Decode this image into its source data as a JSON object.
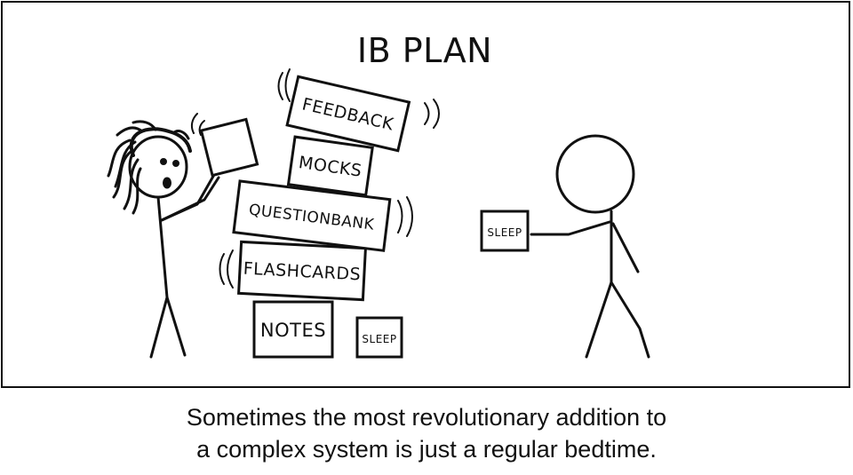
{
  "comic": {
    "title": "IB PLAN",
    "stack_blocks": [
      {
        "id": "feedback",
        "label": "FEEDBACK"
      },
      {
        "id": "mocks",
        "label": "MOCKS"
      },
      {
        "id": "questionbank",
        "label": "QUESTIONBANK"
      },
      {
        "id": "flashcards",
        "label": "FLASHCARDS"
      },
      {
        "id": "notes",
        "label": "NOTES"
      }
    ],
    "sleep_block_floor": "SLEEP",
    "sleep_card_held": "SLEEP"
  },
  "caption": {
    "line1": "Sometimes the most revolutionary addition to",
    "line2": "a complex system is just a regular bedtime."
  }
}
